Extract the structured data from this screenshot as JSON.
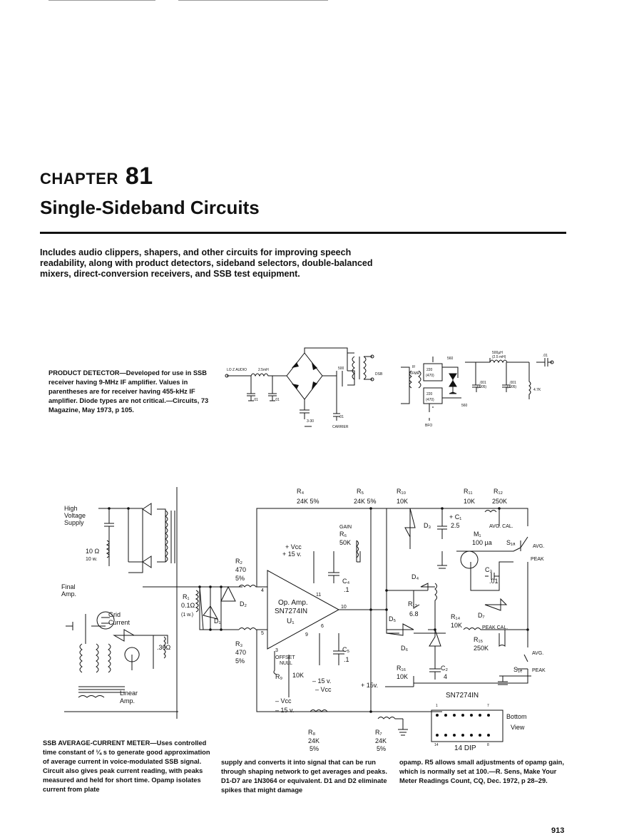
{
  "chapter": {
    "word": "CHAPTER",
    "number": "81",
    "title": "Single-Sideband Circuits"
  },
  "intro": "Includes audio clippers, shapers, and other circuits for improving speech readability, along with product detectors, sideband selectors, double-balanced mixers, direct-conversion receivers, and SSB test equipment.",
  "product_detector": {
    "caption": "PRODUCT DETECTOR—Developed for use in SSB receiver having 9-MHz IF amplifier. Values in parentheses are for receiver having 455-kHz IF amplifier. Diode types are not critical.—Circuits, 73 Magazine, May 1973, p 105.",
    "labels": {
      "lo_audio": "LO Z AUDIO",
      "l1": "2.5mH",
      "pot": "500",
      "dsb": "DSB",
      "cap_a": ".01",
      "cap_b": ".01",
      "cap_c": ".01",
      "trim": "3-30",
      "carrier": "CARRIER",
      "if_label": "IF",
      "if_xfmr": "XFMR",
      "c220a": "220",
      "c470a": "(470)",
      "c220b": "220",
      "c470b": "(470)",
      "r560a": "560",
      "r560b": "560",
      "c001a": ".001",
      "c005a": "(.005)",
      "c001b": ".001",
      "c005b": "(.005)",
      "choke": "500µH",
      "choke2": "(2.5 mH)",
      "c01c": ".01",
      "r47k": "4.7K",
      "bfo": "BFO"
    }
  },
  "meter": {
    "caption": "SSB AVERAGE-CURRENT METER—Uses controlled time constant of ¼ s to generate good approximation of average current in voice-modulated SSB signal. Circuit also gives peak current reading, with peaks measured and held for short time. Opamp isolates current from plate",
    "col2": "supply and converts it into signal that can be run through shaping network to get averages and peaks. D1-D7 are 1N3064 or equivalent. D1 and D2 eliminate spikes that might damage",
    "col3": "opamp. R5 allows small adjustments of opamp gain, which is normally set at 100.—R. Sens, Make Your Meter Readings Count, CQ, Dec. 1972, p 28–29.",
    "labels": {
      "hv1": "High",
      "hv2": "Voltage",
      "hv3": "Supply",
      "r10a": "10 Ω",
      "r10b": "10 w.",
      "final1": "Final",
      "final2": "Amp.",
      "grid1": "Grid",
      "grid2": "Current",
      "r36": ".36Ω",
      "lin1": "Linear",
      "lin2": "Amp.",
      "r1a": "R₁",
      "r1b": "0.1Ω",
      "r1c": "(1 w.)",
      "d1": "D₁",
      "d2": "D₂",
      "r2a": "R₂",
      "r2b": "470",
      "r2c": "5%",
      "r3a": "R₃",
      "r3b": "470",
      "r3c": "5%",
      "r4a": "R₄",
      "r4b": "24K  5%",
      "r5a": "R₅",
      "r5b": "24K  5%",
      "gain": "GAIN",
      "r6a": "R₆",
      "r6b": "50K",
      "vcc1": "+ Vcc",
      "vcc2": "+ 15 v.",
      "c4a": "C₄",
      "c4b": ".1",
      "op1": "Op. Amp.",
      "op2": "SN7274IN",
      "op3": "U₁",
      "pin4": "4",
      "pin5": "5",
      "pin11": "11",
      "pin10": "10",
      "pin6": "6",
      "pin9": "9",
      "pin3": "3",
      "offset1": "OFFSET",
      "offset2": "NULL",
      "r9": "R₉",
      "r9v": "10K",
      "c5a": "C₅",
      "c5b": ".1",
      "m15a": "– 15 v.",
      "mvcc": "– Vcc",
      "mvcc2": "– Vcc",
      "m15b": "– 15 v.",
      "r8a": "R₈",
      "r8b": "24K",
      "r8c": "5%",
      "r7a": "R₇",
      "r7b": "24K",
      "r7c": "5%",
      "r10x": "R₁₀",
      "r10v": "10K",
      "r11": "R₁₁",
      "r11v": "10K",
      "r12": "R₁₂",
      "r12v": "250K",
      "avgcal": "AVG. CAL.",
      "d3": "D₃",
      "c1a": "+ C₁",
      "c1b": "2.5",
      "m1a": "M₁",
      "m1b": "100 µa",
      "s1a": "S₁ₐ",
      "avg": "AVG.",
      "peak": "PEAK",
      "c3a": "C₃",
      "c3b": ".01",
      "d4": "D₄",
      "d7": "D₇",
      "r13a": "R₁₃",
      "r13b": "6.8",
      "d5": "D₅",
      "r14a": "R₁₄",
      "r14b": "10K",
      "peakcal": "PEAK CAL.",
      "r15a": "R₁₅",
      "r15b": "250K",
      "d6": "D₆",
      "c2a": "C₂",
      "c2b": "4",
      "r16a": "R₁₆",
      "r16b": "10K",
      "p15": "+ 15v.",
      "avg2": "AVG.",
      "s1b": "S₁ₑ",
      "peak2": "PEAK",
      "chip": "SN7274IN",
      "pin1": "1",
      "pin7": "7",
      "pin14": "14",
      "pin8": "8",
      "bottom": "Bottom",
      "view": "View",
      "dip": "14 DIP"
    }
  },
  "page_number": "913"
}
